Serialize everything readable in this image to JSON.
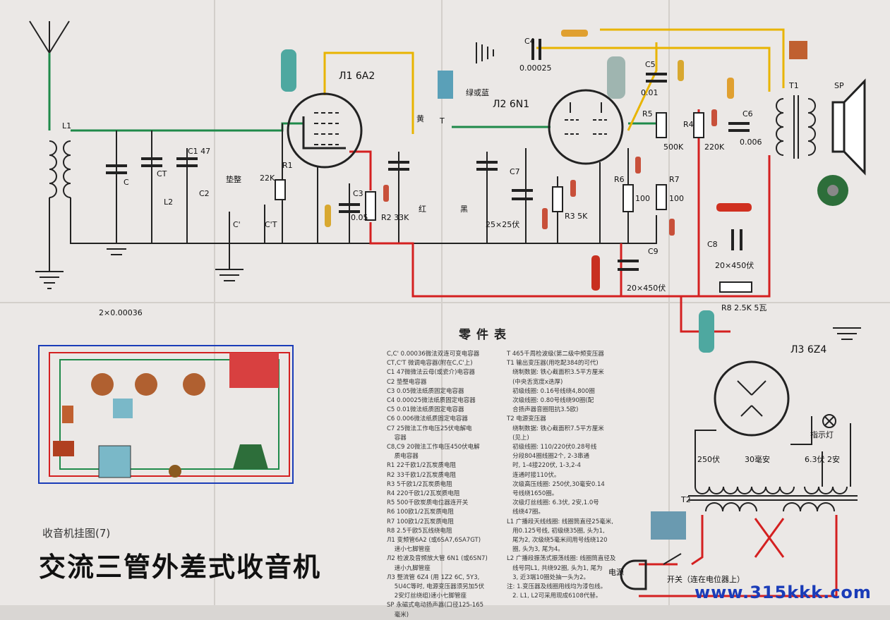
{
  "labels": {
    "tube1": "Л1 6A2",
    "tube2": "Л2 6N1",
    "tube3": "Л3 6Z4",
    "c4_label": "C4",
    "c4_value": "0.00025",
    "c5_label": "C5",
    "c5_value": "0.01",
    "c6_label": "C6",
    "c6_value": "0.006",
    "c7_label": "C7",
    "c7_value": "25×25伏",
    "c8_label": "C8",
    "c8_value": "20×450伏",
    "c9_label": "C9",
    "c9_value": "20×450伏",
    "c1_label": "C1 47",
    "c2_label": "C2",
    "c3_label": "C3",
    "c3_value": "0.05",
    "c_label": "C",
    "ct_label": "CT",
    "cprime_label": "C'",
    "ctprime_label": "C'T",
    "r1_label": "R1",
    "r1_value": "22K",
    "r2_label": "R2 33K",
    "r3_label": "R3 5K",
    "r4_label": "R4",
    "r4_value": "220K",
    "r5_label": "R5",
    "r5_value": "500K",
    "r6_label": "R6",
    "r6_value": "100",
    "r7_label": "R7",
    "r7_value": "100",
    "r8_label": "R8 2.5K 5瓦",
    "l1_label": "L1",
    "l2_label": "L2",
    "t1_label": "T1",
    "t2_label": "T2",
    "t_label": "T",
    "sp_label": "SP",
    "tuning_label": "垫整",
    "yellow_label": "黄",
    "green_label": "绿或蓝",
    "red_label": "红",
    "black_label": "黑",
    "gang_label": "2×0.00036",
    "pilot_label": "指示灯",
    "v250_label": "250伏",
    "ma30_label": "30毫安",
    "v63_label": "6.3伏 2安",
    "power_label": "电源",
    "switch_label": "开关（连在电位器上）"
  },
  "parts": {
    "title": "零件表",
    "left": "C,C' 0.00036微法双连可变电容器\nCT,C'T 微调电容器(附在C,C'上)\nC1 47微微法云母(或瓷介)电容器\nC2 垫整电容器\nC3 0.05微法纸质固定电容器\nC4 0.00025微法纸质固定电容器\nC5 0.01微法纸质固定电容器\nC6 0.006微法纸质固定电容器\nC7 25微法工作电压25伏电解电\n    容器\nC8,C9 20微法工作电压450伏电解\n    质电容器\nR1 22千欧1/2瓦炭质电阻\nR2 33千欧1/2瓦炭质电阻\nR3 5千欧1/2瓦炭质电阻\nR4 220千欧1/2瓦炭质电阻\nR5 500千欧炭质电位器连开关\nR6 100欧1/2瓦炭质电阻\nR7 100欧1/2瓦炭质电阻\nR8 2.5千欧5瓦线绕电阻\nЛ1 变频管6A2 (或6SA7,6SA7GT)\n    速小七脚管座\nЛ2 检波及音频放大管 6N1 (或6SN7)\n    速小九脚管座\nЛ3 整流管 6Z4 (用 1Z2 6C, 5Y3,\n    5U4C等时, 电源变压器须另加5伏\n    2安灯丝绕组)速小七脚管座\nSP 永磁式电动扬声器(口径125-165\n    毫米)",
    "right": "T 465千周检波级(第二级中频变压器\nT1 输出变压器(用吃配384的可代)\n   绕制数据: 铁心截面积3.5平方厘米\n   (中央舌宽度x迭厚)\n   初级线圈: 0.16号线绕4,800圈\n   次级线圈: 0.80号线绕90圈(配\n   合扬声器音圈阻抗3.5欧)\nT2 电源变压器\n   绕制数据: 铁心截面积7.5平方厘米\n   (见上)\n   初级线圈: 110/220伏0.28号线\n   分段804圈线圈2个, 2-3串通\n   时, 1-4接220伏, 1-3,2-4\n   连通时接110伏。\n   次级高压线圈: 250伏,30毫安0.14\n   号线绕1650圈。\n   次级灯丝线圈: 6.3伏, 2安,1.0号\n   线绕47圈。\nL1 广播段天线线圈: 线圈筒直径25毫米,\n   用0.125号线, 初级绕35圈, 头为1,\n   尾为2, 次级绕5毫米间用号线绕120\n   圈, 头为3, 尾为4。\nL2 广播段振荡式振荡线圈: 线圈筒直径及\n   线号同L1, 共绕92圈, 头为1, 尾为\n   3, 近3端10圈处抽一头为2。\n注: 1.变压器及线圈用线均为漆包线。\n   2. L1, L2可采用现成6108代替。"
  },
  "series": "收音机挂图(7)",
  "title": "交流三管外差式收音机",
  "watermark": "www.315kkk.com",
  "colors": {
    "paper": "#ebe8e6",
    "wire_green": "#1f8a4a",
    "wire_yellow": "#e8b400",
    "wire_red": "#d42020",
    "wire_black": "#222222",
    "wire_blue": "#1a3cb8"
  }
}
